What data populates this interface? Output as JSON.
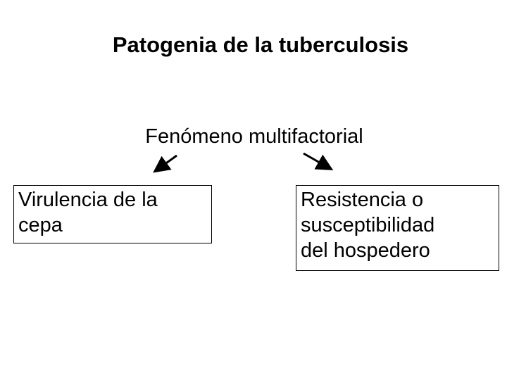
{
  "title": "Patogenia de la tuberculosis",
  "subtitle": "Fenómeno multifactorial",
  "boxes": {
    "left": "Virulencia de la\ncepa",
    "right": "Resistencia o\nsusceptibilidad\ndel hospedero"
  },
  "colors": {
    "background": "#ffffff",
    "foreground": "#000000"
  }
}
